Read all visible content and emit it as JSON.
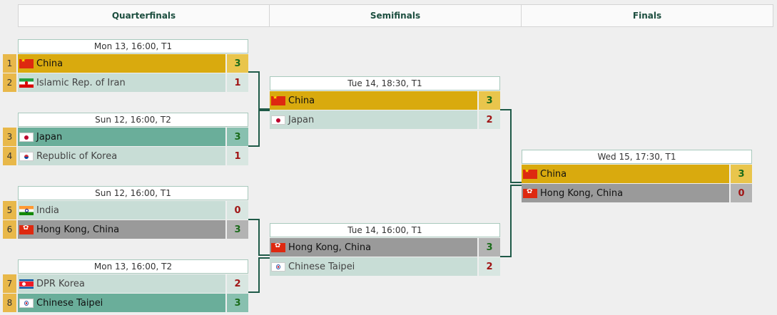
{
  "headers": {
    "quarterfinals": "Quarterfinals",
    "semifinals": "Semifinals",
    "finals": "Finals"
  },
  "qf1": {
    "date": "Mon 13, 16:00, T1",
    "a": {
      "seed": "1",
      "team": "China",
      "score": "3",
      "flag": "china-flag-icon"
    },
    "b": {
      "seed": "2",
      "team": "Islamic Rep. of Iran",
      "score": "1",
      "flag": "iran-flag-icon"
    }
  },
  "qf2": {
    "date": "Sun 12, 16:00, T2",
    "a": {
      "seed": "3",
      "team": "Japan",
      "score": "3",
      "flag": "japan-flag-icon"
    },
    "b": {
      "seed": "4",
      "team": "Republic of Korea",
      "score": "1",
      "flag": "korea-flag-icon"
    }
  },
  "qf3": {
    "date": "Sun 12, 16:00, T1",
    "a": {
      "seed": "5",
      "team": "India",
      "score": "0",
      "flag": "india-flag-icon"
    },
    "b": {
      "seed": "6",
      "team": "Hong Kong, China",
      "score": "3",
      "flag": "hong-kong-flag-icon"
    }
  },
  "qf4": {
    "date": "Mon 13, 16:00, T2",
    "a": {
      "seed": "7",
      "team": "DPR Korea",
      "score": "2",
      "flag": "dpr-korea-flag-icon"
    },
    "b": {
      "seed": "8",
      "team": "Chinese Taipei",
      "score": "3",
      "flag": "chinese-taipei-flag-icon"
    }
  },
  "sf1": {
    "date": "Tue 14, 18:30, T1",
    "a": {
      "team": "China",
      "score": "3",
      "flag": "china-flag-icon"
    },
    "b": {
      "team": "Japan",
      "score": "2",
      "flag": "japan-flag-icon"
    }
  },
  "sf2": {
    "date": "Tue 14, 16:00, T1",
    "a": {
      "team": "Hong Kong, China",
      "score": "3",
      "flag": "hong-kong-flag-icon"
    },
    "b": {
      "team": "Chinese Taipei",
      "score": "2",
      "flag": "chinese-taipei-flag-icon"
    }
  },
  "final": {
    "date": "Wed 15, 17:30, T1",
    "a": {
      "team": "China",
      "score": "3",
      "flag": "china-flag-icon"
    },
    "b": {
      "team": "Hong Kong, China",
      "score": "0",
      "flag": "hong-kong-flag-icon"
    }
  },
  "colors": {
    "gold_winner": "#d9aa0e",
    "teal_winner": "#6aae9a",
    "grey_winner": "#9a9a9a",
    "light_loser": "#c8ddd6",
    "win_score": "#1a6b1a",
    "lose_score": "#a01515",
    "header_text": "#1c4e3f"
  }
}
